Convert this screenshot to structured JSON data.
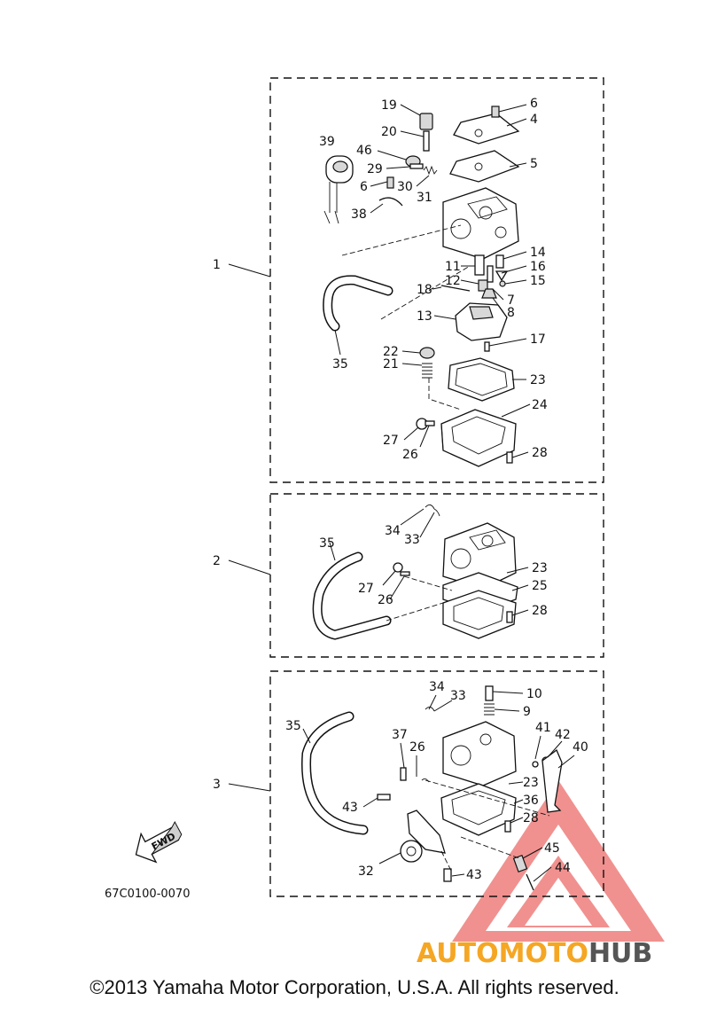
{
  "callouts": {
    "group1": [
      "19",
      "6",
      "4",
      "20",
      "39",
      "46",
      "5",
      "29",
      "6",
      "30",
      "31",
      "38",
      "1",
      "14",
      "11",
      "16",
      "12",
      "15",
      "18",
      "7",
      "8",
      "13",
      "17",
      "35",
      "22",
      "21",
      "23",
      "24",
      "27",
      "26",
      "28"
    ],
    "group2": [
      "34",
      "33",
      "35",
      "2",
      "23",
      "27",
      "25",
      "26",
      "28"
    ],
    "group3": [
      "34",
      "33",
      "10",
      "9",
      "35",
      "41",
      "42",
      "37",
      "26",
      "40",
      "3",
      "23",
      "36",
      "43",
      "28",
      "45",
      "32",
      "44",
      "43"
    ]
  },
  "fwd_label": "FWD",
  "diagram_code": "67C0100-0070",
  "watermark": {
    "part1": "AUTOMOTO",
    "part2": "HUB",
    "color1": "#f5a623",
    "color2": "#555555",
    "triangle_color": "#e53935"
  },
  "copyright": "©2013 Yamaha Motor Corporation, U.S.A. All rights reserved."
}
